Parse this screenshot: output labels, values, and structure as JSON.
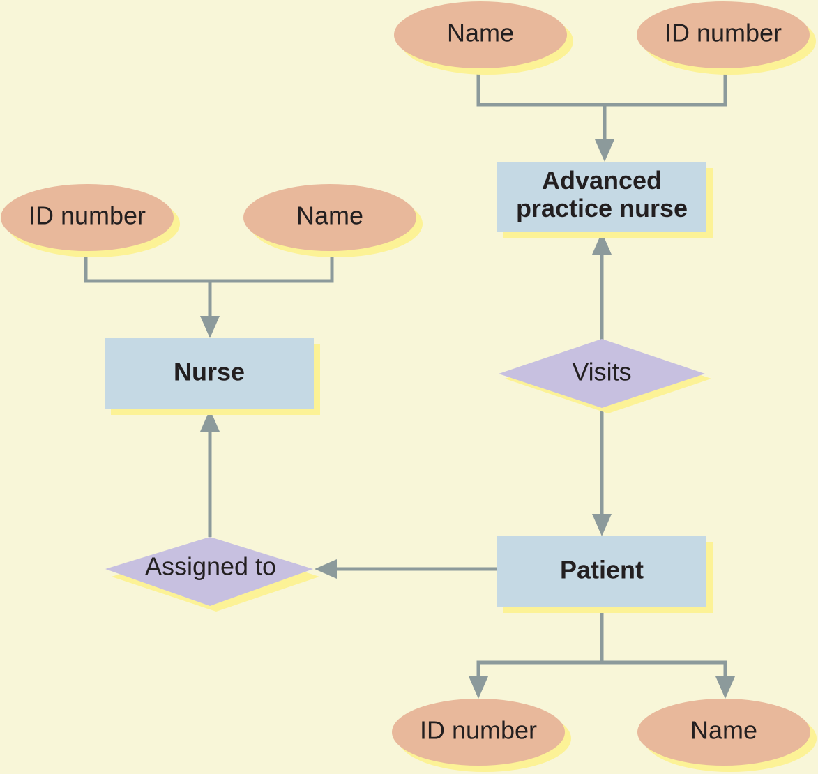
{
  "colors": {
    "background": "#f8f6d8",
    "entity_fill": "#c5d9e4",
    "attribute_fill": "#e8b89b",
    "relationship_fill": "#c7c0e0",
    "shadow": "#fcf296",
    "connector": "#8c9a9b",
    "text": "#231f20"
  },
  "entities": {
    "nurse": {
      "label": "Nurse"
    },
    "apn": {
      "line1": "Advanced",
      "line2": "practice nurse"
    },
    "patient": {
      "label": "Patient"
    }
  },
  "relationships": {
    "visits": {
      "label": "Visits"
    },
    "assigned": {
      "label": "Assigned to"
    }
  },
  "attributes": {
    "apn_name": {
      "label": "Name"
    },
    "apn_id": {
      "label": "ID number"
    },
    "nurse_id": {
      "label": "ID number"
    },
    "nurse_name": {
      "label": "Name"
    },
    "patient_id": {
      "label": "ID number"
    },
    "patient_name": {
      "label": "Name"
    }
  }
}
